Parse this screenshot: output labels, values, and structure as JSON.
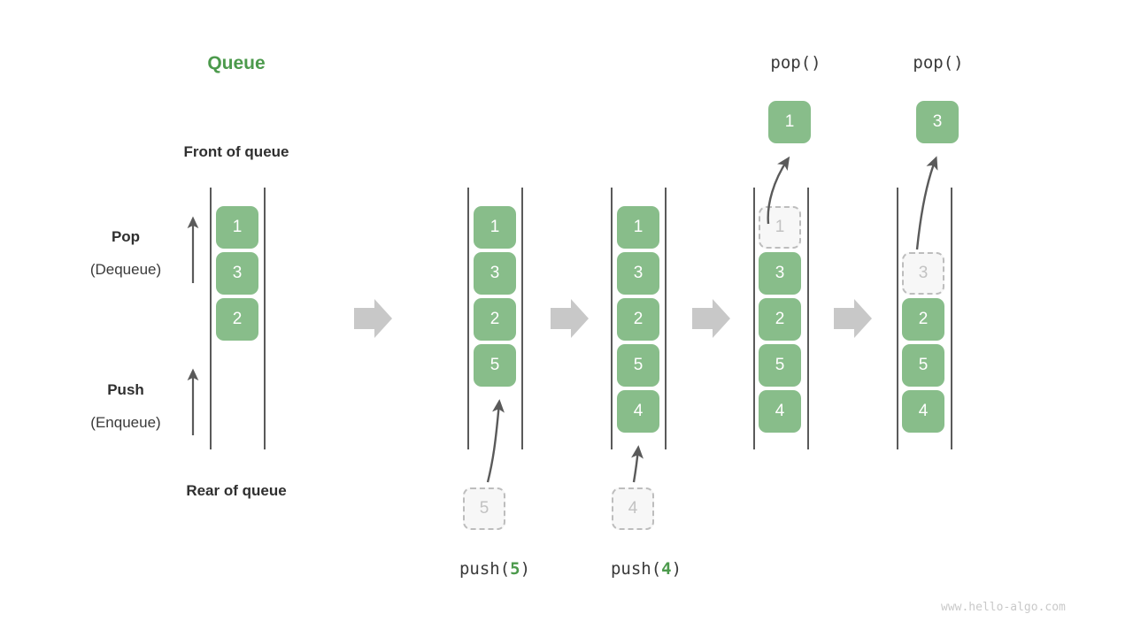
{
  "diagram": {
    "title": "Queue",
    "watermark": "www.hello-algo.com",
    "labels": {
      "front": "Front of queue",
      "rear": "Rear of queue",
      "pop_main": "Pop",
      "pop_sub": "(Dequeue)",
      "push_main": "Push",
      "push_sub": "(Enqueue)"
    },
    "colors": {
      "element_fill": "#88BD8A",
      "element_text": "#FFFFFF",
      "ghost_fill": "#F7F7F7",
      "ghost_border": "#BDBDBD",
      "ghost_text": "#C2C2C2",
      "title_green": "#4C9A4C",
      "label_dark": "#2F2F2F",
      "rail": "#5A5A5A",
      "flow_arrow": "#C8C8C8",
      "op_arrow": "#5A5A5A",
      "watermark": "#C9C9C9"
    },
    "operations": {
      "push_5": "push(",
      "push_5_num": "5",
      "push_5_close": ")",
      "push_4": "push(",
      "push_4_num": "4",
      "push_4_close": ")",
      "pop_1": "pop()",
      "pop_2": "pop()"
    },
    "states": [
      {
        "id": "state-initial",
        "elements": [
          "1",
          "3",
          "2"
        ],
        "caption": "",
        "incoming": null,
        "outgoing": null
      },
      {
        "id": "state-after-push-5",
        "elements": [
          "1",
          "3",
          "2",
          "5"
        ],
        "caption": "push(5)",
        "incoming": "5",
        "outgoing": null
      },
      {
        "id": "state-after-push-4",
        "elements": [
          "1",
          "3",
          "2",
          "5",
          "4"
        ],
        "caption": "push(4)",
        "incoming": "4",
        "outgoing": null
      },
      {
        "id": "state-after-pop-1",
        "elements": [
          "3",
          "2",
          "5",
          "4"
        ],
        "caption": "pop()",
        "incoming": null,
        "outgoing": "1",
        "removed": "1"
      },
      {
        "id": "state-after-pop-2",
        "elements": [
          "2",
          "5",
          "4"
        ],
        "caption": "pop()",
        "incoming": null,
        "outgoing": "3",
        "removed": "3"
      }
    ]
  }
}
